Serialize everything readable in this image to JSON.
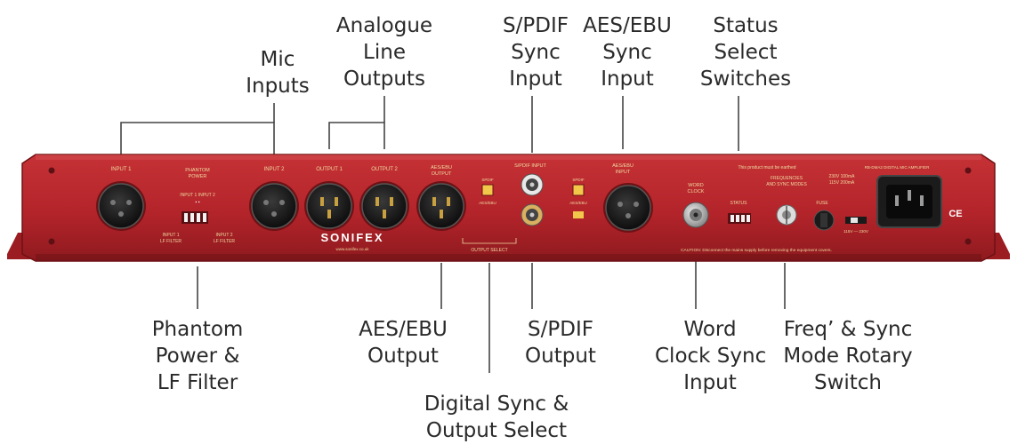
{
  "callouts_top": {
    "mic_inputs": [
      "Mic",
      "Inputs"
    ],
    "analogue_line_outputs": [
      "Analogue",
      "Line",
      "Outputs"
    ],
    "spdif_sync_input": [
      "S/PDIF",
      "Sync",
      "Input"
    ],
    "aesebu_sync_input": [
      "AES/EBU",
      "Sync",
      "Input"
    ],
    "status_select_switches": [
      "Status",
      "Select",
      "Switches"
    ]
  },
  "callouts_bottom": {
    "phantom_power_lf_filter": [
      "Phantom",
      "Power &",
      "LF Filter"
    ],
    "aesebu_output": [
      "AES/EBU",
      "Output"
    ],
    "digital_sync_output_select": [
      "Digital Sync &",
      "Output Select"
    ],
    "spdif_output": [
      "S/PDIF",
      "Output"
    ],
    "word_clock_sync_input": [
      "Word",
      "Clock Sync",
      "Input"
    ],
    "freq_sync_mode_rotary_switch": [
      "Freq’ & Sync",
      "Mode Rotary",
      "Switch"
    ]
  },
  "panel": {
    "brand": "SONIFEX",
    "website": "www.sonifex.co.uk",
    "input1": "INPUT 1",
    "input2": "INPUT 2",
    "phantom_power": [
      "PHANTOM",
      "POWER"
    ],
    "phantom_inputs": "INPUT 1   INPUT 2",
    "lf_filter_1": [
      "INPUT 1",
      "LF FILTER"
    ],
    "lf_filter_2": [
      "INPUT 2",
      "LF FILTER"
    ],
    "output1": "OUTPUT 1",
    "output2": "OUTPUT 2",
    "aesebu_output": [
      "AES/EBU",
      "OUTPUT"
    ],
    "spdif_small": "SPDIF",
    "aesebu_small": "AES/EBU",
    "output_select": "OUTPUT SELECT",
    "spdif_input": "S/PDIF INPUT",
    "aesebu_input": [
      "AES/EBU",
      "INPUT"
    ],
    "word_clock": [
      "WORD",
      "CLOCK"
    ],
    "status": "STATUS",
    "freq_modes": [
      "FREQUENCIES",
      "AND SYNC MODES"
    ],
    "fuse": "FUSE",
    "earthed": "This product must be earthed",
    "model": "RB-DMA2 DIGITAL MIC AMPLIFIER",
    "mains": [
      "230V 100mA",
      "115V 200mA"
    ],
    "voltage_select": "115V — 230V",
    "caution": "CAUTION: Disconnect the mains supply before removing the equipment covers.",
    "ce": "CE"
  },
  "colors": {
    "panel_red": "#b8262b",
    "panel_dark": "#7a1518",
    "panel_light": "#c83a3d",
    "leader": "#444444",
    "xlr_gold": "#c9a040",
    "label_cream": "#f0d9a0"
  }
}
